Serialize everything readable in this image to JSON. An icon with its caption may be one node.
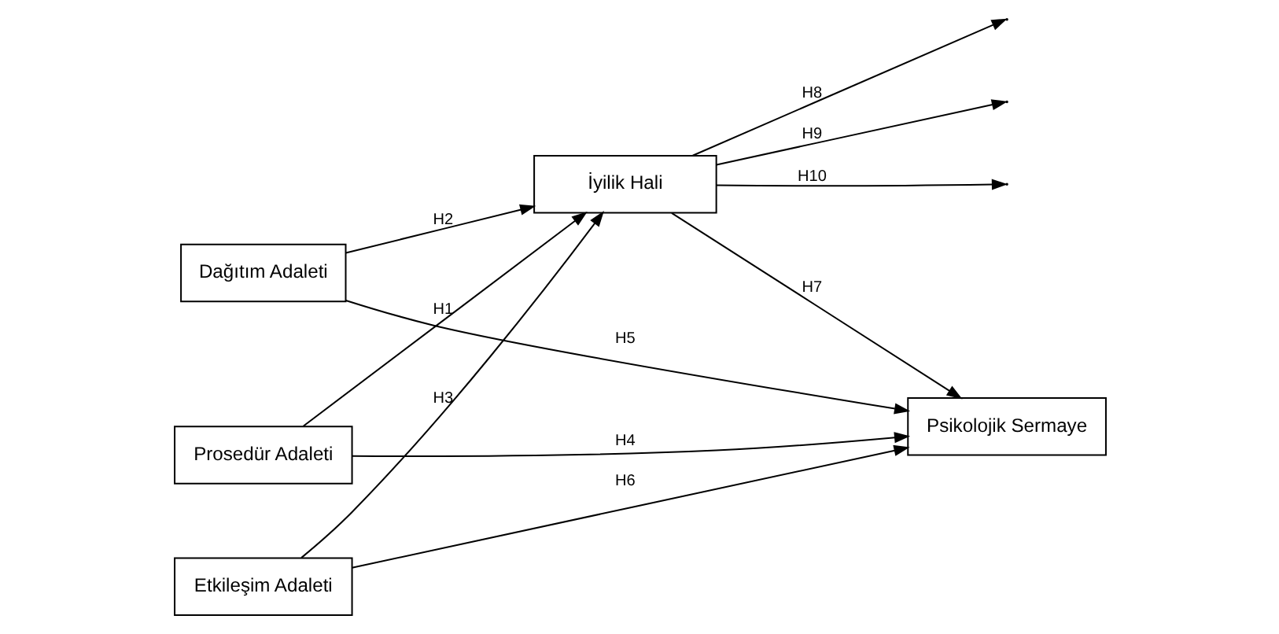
{
  "diagram": {
    "nodes": [
      {
        "text": [
          "Prosedür Adaleti"
        ]
      },
      {
        "text": [
          "Dağıtım Adaleti"
        ]
      },
      {
        "text": [
          "Etkileşim Adaleti"
        ]
      },
      {
        "text": [
          "İyilik Hali"
        ]
      },
      {
        "text": [
          "Psikolojik Sermaye"
        ]
      }
    ],
    "edges": [
      {
        "from": 0,
        "to": 3,
        "label": "H1",
        "arrow": "to"
      },
      {
        "from": 1,
        "to": 3,
        "label": "H2",
        "arrow": "to"
      },
      {
        "from": 2,
        "to": 3,
        "label": "H3",
        "arrow": "to"
      },
      {
        "from": 0,
        "to": 4,
        "label": "H4",
        "arrow": "to"
      },
      {
        "from": 1,
        "to": 4,
        "label": "H5",
        "arrow": "to"
      },
      {
        "from": 2,
        "to": 4,
        "label": "H6",
        "arrow": "to"
      },
      {
        "from": 3,
        "to": 4,
        "label": "H7",
        "arrow": "to"
      },
      {
        "from": 3,
        "to": null,
        "label": "H8",
        "arrow": "to"
      },
      {
        "from": 3,
        "to": null,
        "label": "H9",
        "arrow": "to"
      },
      {
        "from": 3,
        "to": null,
        "label": "H10",
        "arrow": "to"
      }
    ]
  }
}
